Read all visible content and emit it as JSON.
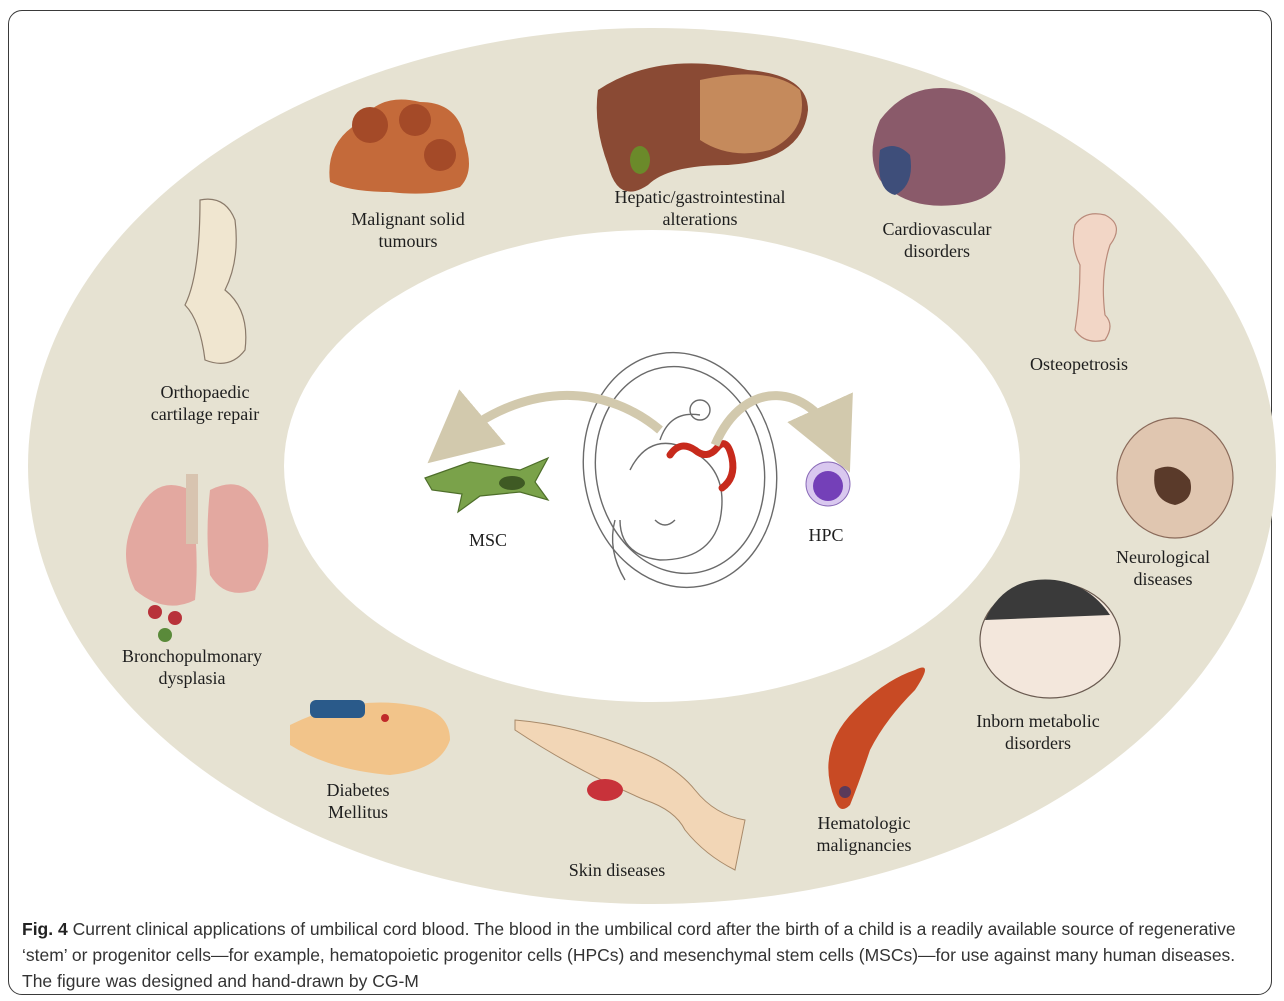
{
  "figure": {
    "center": {
      "msc_label": "MSC",
      "hpc_label": "HPC"
    },
    "applications": [
      {
        "id": "hepatic",
        "lines": [
          "Hepatic/gastrointestinal",
          "alterations"
        ]
      },
      {
        "id": "cardiovascular",
        "lines": [
          "Cardiovascular",
          "disorders"
        ]
      },
      {
        "id": "osteopetrosis",
        "lines": [
          "Osteopetrosis"
        ]
      },
      {
        "id": "neurological",
        "lines": [
          "Neurological",
          "diseases"
        ]
      },
      {
        "id": "inborn",
        "lines": [
          "Inborn metabolic",
          "disorders"
        ]
      },
      {
        "id": "hematologic",
        "lines": [
          "Hematologic",
          "malignancies"
        ]
      },
      {
        "id": "skin",
        "lines": [
          "Skin diseases"
        ]
      },
      {
        "id": "diabetes",
        "lines": [
          "Diabetes",
          "Mellitus"
        ]
      },
      {
        "id": "broncho",
        "lines": [
          "Bronchopulmonary",
          "dysplasia"
        ]
      },
      {
        "id": "ortho",
        "lines": [
          "Orthopaedic",
          "cartilage repair"
        ]
      },
      {
        "id": "tumours",
        "lines": [
          "Malignant solid",
          "tumours"
        ]
      }
    ]
  },
  "caption": {
    "label": "Fig. 4",
    "text": "Current clinical applications of umbilical cord blood. The blood in the umbilical cord after the birth of a child is a readily available source of regenerative ‘stem’ or progenitor cells—for example, hematopoietic progenitor cells (HPCs) and mesenchymal stem cells (MSCs)—for use against many human diseases. The figure was designed and hand-drawn by CG-M"
  },
  "colors": {
    "ring": "#e6e2d2",
    "arrow": "#d2c9ad",
    "msc": "#7aa24a",
    "hpc": "#7440b8",
    "cord": "#c72a1c"
  }
}
